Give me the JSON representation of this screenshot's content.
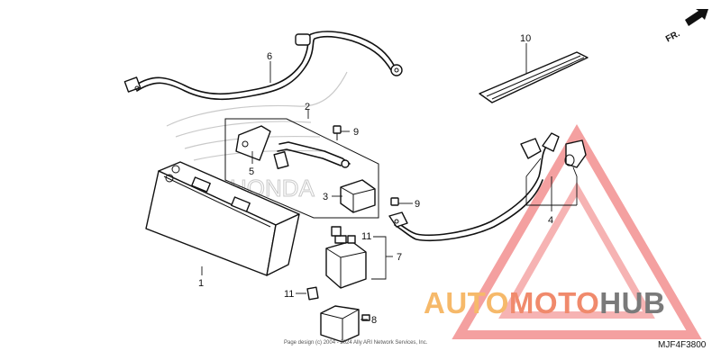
{
  "diagram": {
    "direction_label": "FR.",
    "part_code": "MJF4F3800",
    "copyright": "Page design (c) 2004 - 2024 Ally ARI Network Services, Inc.",
    "callouts": {
      "c1": "1",
      "c2": "2",
      "c3": "3",
      "c4": "4",
      "c5": "5",
      "c6": "6",
      "c7": "7",
      "c8": "8",
      "c9a": "9",
      "c9b": "9",
      "c10": "10",
      "c11a": "11",
      "c11b": "11"
    },
    "background_logo_text": "HONDA"
  },
  "watermark": {
    "part1": "AUTO",
    "part2": "MOTO",
    "part3": "HUB",
    "colors": {
      "auto": "#f6b96a",
      "moto": "#f08a6c",
      "hub": "#7a7a7a",
      "triangle": "#f08080"
    }
  }
}
